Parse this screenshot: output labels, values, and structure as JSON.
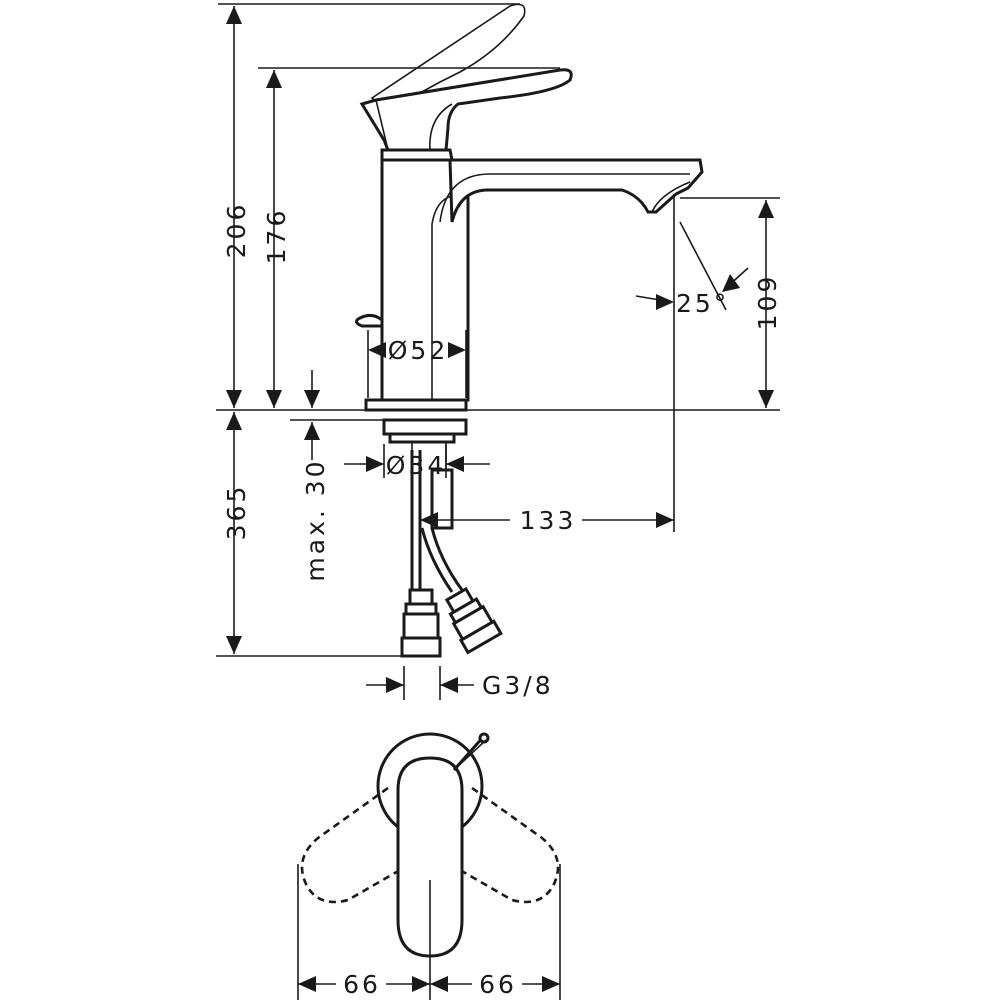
{
  "dimensions": {
    "total_height": "206",
    "spout_height": "176",
    "outlet_height": "109",
    "outlet_angle": "25°",
    "base_diameter": "Ø52",
    "shank_diameter": "Ø34",
    "spout_reach": "133",
    "below_deck": "365",
    "max_deck_thickness": "max. 30",
    "connection_thread": "G3/8",
    "lever_swing_left": "66",
    "lever_swing_right": "66"
  }
}
